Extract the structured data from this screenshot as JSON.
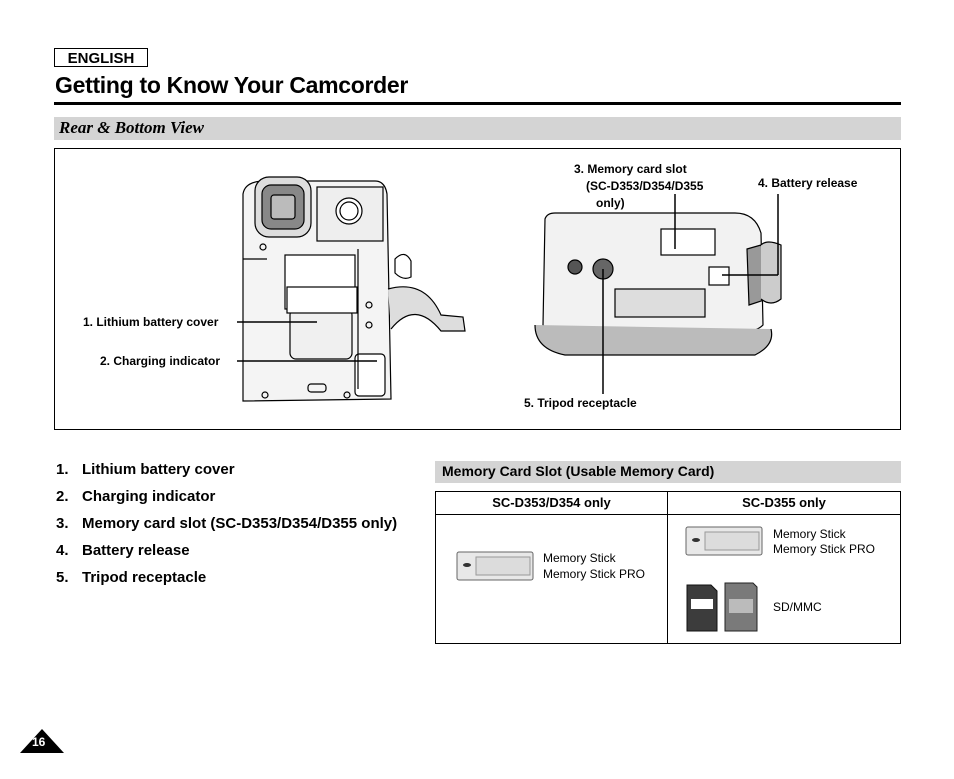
{
  "header": {
    "language": "ENGLISH",
    "title": "Getting to Know Your Camcorder"
  },
  "section": {
    "title": "Rear & Bottom View"
  },
  "figure": {
    "labels": {
      "battery_cover": "1. Lithium battery cover",
      "charging_indicator": "2. Charging indicator",
      "memory_slot_line1": "3. Memory card slot",
      "memory_slot_line2": "(SC-D353/D354/D355",
      "memory_slot_line3": "only)",
      "battery_release": "4. Battery release",
      "tripod": "5. Tripod receptacle"
    }
  },
  "parts_list": [
    {
      "num": "1.",
      "label": "Lithium battery cover"
    },
    {
      "num": "2.",
      "label": "Charging indicator"
    },
    {
      "num": "3.",
      "label": "Memory card slot (SC-D353/D354/D355 only)"
    },
    {
      "num": "4.",
      "label": "Battery release"
    },
    {
      "num": "5.",
      "label": "Tripod receptacle"
    }
  ],
  "memory_card": {
    "title": "Memory Card Slot (Usable Memory Card)",
    "columns": [
      "SC-D353/D354 only",
      "SC-D355 only"
    ],
    "left": {
      "line1": "Memory Stick",
      "line2": "Memory Stick PRO"
    },
    "right": {
      "line1": "Memory Stick",
      "line2": "Memory Stick PRO",
      "line3": "SD/MMC"
    }
  },
  "page_number": "16"
}
